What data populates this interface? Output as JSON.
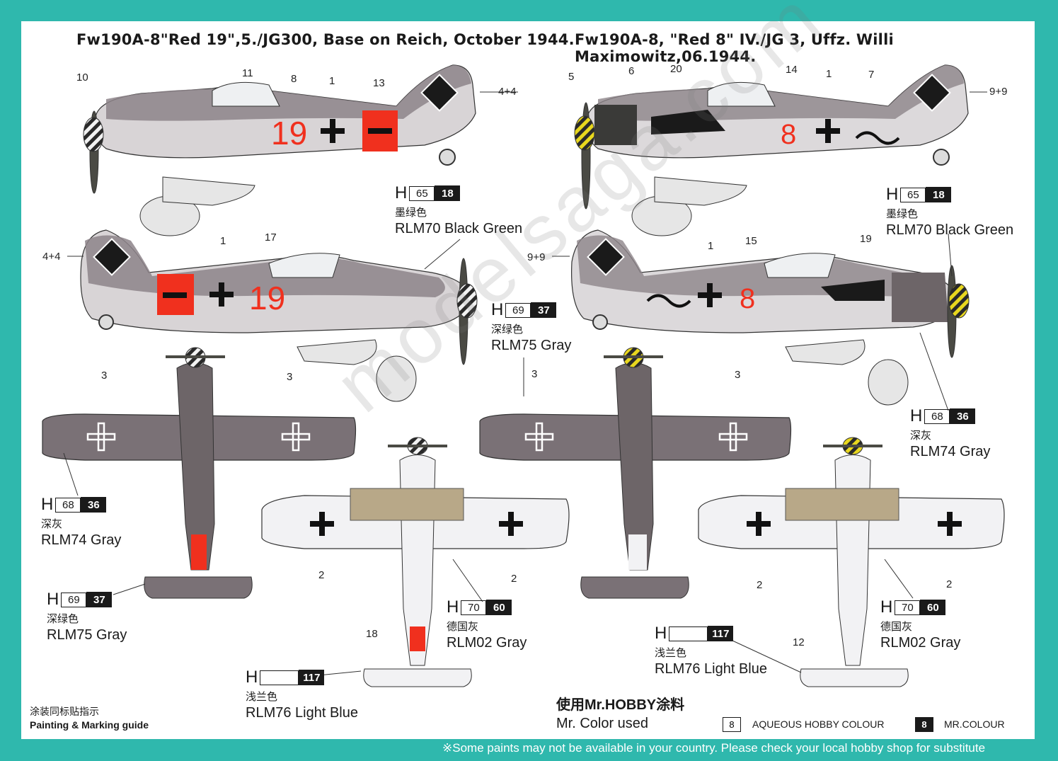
{
  "titles": {
    "left": "Fw190A-8\"Red 19\",5./JG300, Base on Reich, October 1944.",
    "right": "Fw190A-8, \"Red 8\" IV./JG 3, Uffz. Willi Maximowitz,06.1944."
  },
  "callouts": [
    {
      "id": "c1",
      "h": "H",
      "hobby": "65",
      "mr": "18",
      "cn": "墨绿色",
      "en": "RLM70 Black Green"
    },
    {
      "id": "c2",
      "h": "H",
      "hobby": "65",
      "mr": "18",
      "cn": "墨绿色",
      "en": "RLM70 Black Green"
    },
    {
      "id": "c3",
      "h": "H",
      "hobby": "69",
      "mr": "37",
      "cn": "深绿色",
      "en": "RLM75 Gray"
    },
    {
      "id": "c4",
      "h": "H",
      "hobby": "68",
      "mr": "36",
      "cn": "深灰",
      "en": "RLM74 Gray"
    },
    {
      "id": "c5",
      "h": "H",
      "hobby": "68",
      "mr": "36",
      "cn": "深灰",
      "en": "RLM74 Gray"
    },
    {
      "id": "c6",
      "h": "H",
      "hobby": "69",
      "mr": "37",
      "cn": "深绿色",
      "en": "RLM75 Gray"
    },
    {
      "id": "c7",
      "h": "H",
      "hobby": "70",
      "mr": "60",
      "cn": "德国灰",
      "en": "RLM02 Gray"
    },
    {
      "id": "c8",
      "h": "H",
      "hobby": "70",
      "mr": "60",
      "cn": "德国灰",
      "en": "RLM02 Gray"
    },
    {
      "id": "c9",
      "h": "H",
      "hobby": "",
      "mr": "117",
      "cn": "浅兰色",
      "en": "RLM76 Light Blue"
    },
    {
      "id": "c10",
      "h": "H",
      "hobby": "",
      "mr": "117",
      "cn": "浅兰色",
      "en": "RLM76 Light Blue"
    }
  ],
  "numbers": {
    "n10": "10",
    "n11": "11",
    "n8": "8",
    "n1a": "1",
    "n13": "13",
    "n44a": "4+4",
    "n5": "5",
    "n6": "6",
    "n20": "20",
    "n14": "14",
    "n1b": "1",
    "n7": "7",
    "n99a": "9+9",
    "n44b": "4+4",
    "n1c": "1",
    "n17": "17",
    "n99b": "9+9",
    "n1d": "1",
    "n15": "15",
    "n19": "19",
    "n3a": "3",
    "n3b": "3",
    "n3c": "3",
    "n3d": "3",
    "n2a": "2",
    "n2b": "2",
    "n2c": "2",
    "n2d": "2",
    "n18": "18",
    "n12": "12"
  },
  "aircraft_markings": {
    "red19": "19",
    "red8": "8"
  },
  "guide": {
    "cn": "涂装同标贴指示",
    "en": "Painting & Marking guide"
  },
  "paint": {
    "cn": "使用Mr.HOBBY涂料",
    "en": "Mr. Color used"
  },
  "legend": {
    "aqueous_num": "8",
    "aqueous_label": "AQUEOUS HOBBY COLOUR",
    "mr_num": "8",
    "mr_label": "MR.COLOUR"
  },
  "notice": "※Some paints may not be available in your country. Please check your local hobby shop for substitute",
  "watermark": "modelsaga.com",
  "colors": {
    "border": "#2fb8ad",
    "red": "#f0301e",
    "rlm70": "#3a3a38",
    "rlm74": "#6d6568",
    "rlm75": "#8c8488",
    "rlm76": "#eef0f2",
    "yellow": "#e8d71e"
  }
}
